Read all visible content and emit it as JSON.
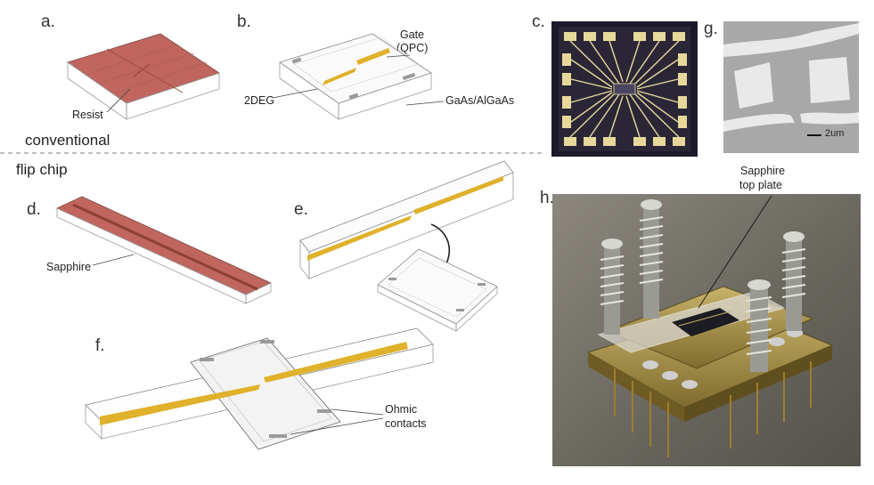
{
  "panels": {
    "a": "a.",
    "b": "b.",
    "c": "c.",
    "d": "d.",
    "e": "e.",
    "f": "f.",
    "g": "g.",
    "h": "h."
  },
  "sections": {
    "conventional": "conventional",
    "flip_chip": "flip chip"
  },
  "annotations": {
    "resist": "Resist",
    "gate_line1": "Gate",
    "gate_line2": "(QPC)",
    "twodeg": "2DEG",
    "gaas": "GaAs/AlGaAs",
    "sapphire": "Sapphire",
    "ohmic_line1": "Ohmic",
    "ohmic_line2": "contacts",
    "sapphire_top_line1": "Sapphire",
    "sapphire_top_line2": "top plate",
    "scale_bar": "2um"
  },
  "colors": {
    "resist": "#c0665f",
    "gold": "#e0b12a",
    "outline": "#8a8a8a",
    "contact": "#9a9a9a",
    "sem_bg": "#a8a8a8",
    "sem_pad": "#e9e9e9"
  }
}
